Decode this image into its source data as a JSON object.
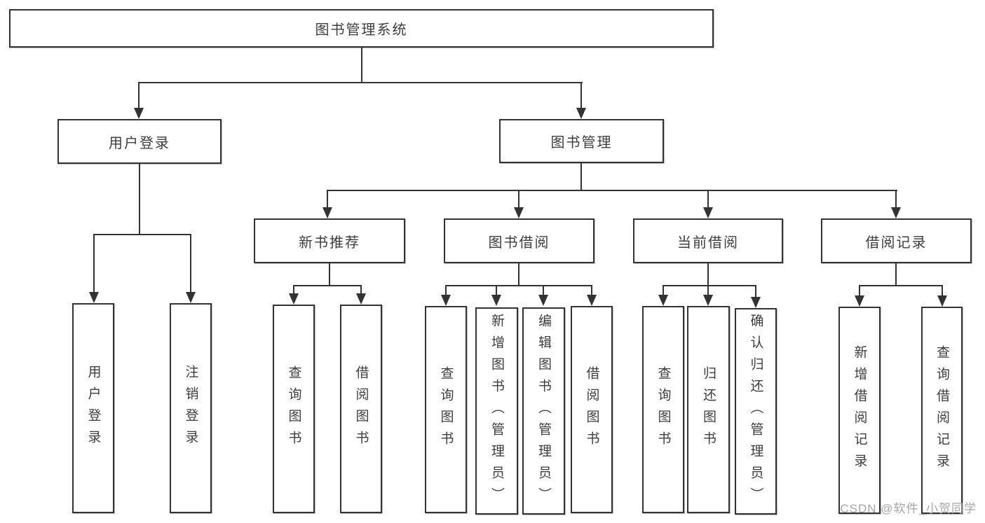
{
  "diagram": {
    "root": "图书管理系统",
    "level2": {
      "user_login": "用户登录",
      "book_mgmt": "图书管理"
    },
    "level3": {
      "new_books": "新书推荐",
      "book_borrow": "图书借阅",
      "current_borrow": "当前借阅",
      "borrow_records": "借阅记录"
    },
    "leaves": {
      "user_login": [
        "用户登录",
        "注销登录"
      ],
      "new_books": [
        "查询图书",
        "借阅图书"
      ],
      "book_borrow": [
        "查询图书",
        "新增图书（管理员）",
        "编辑图书（管理员）",
        "借阅图书"
      ],
      "current_borrow": [
        "查询图书",
        "归还图书",
        "确认归还（管理员）"
      ],
      "borrow_records": [
        "新增借阅记录",
        "查询借阅记录"
      ]
    }
  },
  "watermark": "CSDN @软件_小贺同学",
  "colors": {
    "line": "#333333",
    "text": "#3d3d3d",
    "watermark": "#a6a6a6",
    "background": "#ffffff"
  }
}
